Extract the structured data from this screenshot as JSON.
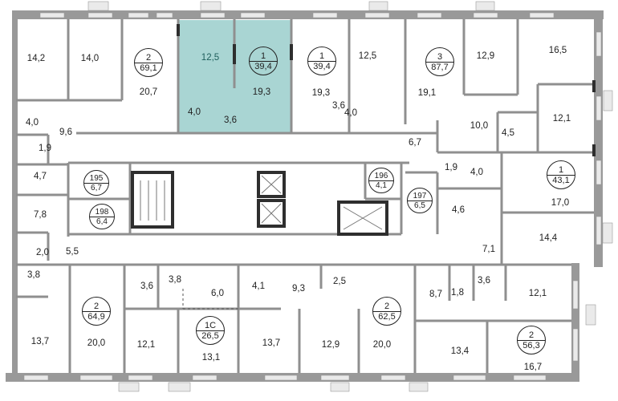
{
  "colors": {
    "wall": "#8f8f8f",
    "wall_dark": "#2e2e2e",
    "highlight": "#a9d5d3",
    "window": "#e9e9e9"
  },
  "apartments": [
    {
      "rooms": "2",
      "area": "69,1"
    },
    {
      "rooms": "1",
      "area": "39,4",
      "highlighted": true
    },
    {
      "rooms": "1",
      "area": "39,4"
    },
    {
      "rooms": "3",
      "area": "87,7"
    },
    {
      "rooms": "1",
      "area": "43,1"
    },
    {
      "rooms": "2",
      "area": "64,9"
    },
    {
      "rooms": "1С",
      "area": "26,5"
    },
    {
      "rooms": "2",
      "area": "62,5"
    },
    {
      "rooms": "2",
      "area": "56,3"
    }
  ],
  "storage": [
    {
      "number": "195",
      "area": "6,7"
    },
    {
      "number": "198",
      "area": "6,4"
    },
    {
      "number": "196",
      "area": "4,1"
    },
    {
      "number": "197",
      "area": "6,5"
    }
  ],
  "rooms": [
    "14,2",
    "14,0",
    "20,7",
    "12,5",
    "19,3",
    "4,0",
    "3,6",
    "19,3",
    "12,5",
    "3,6",
    "4,0",
    "19,1",
    "12,9",
    "16,5",
    "10,0",
    "4,5",
    "12,1",
    "6,7",
    "1,9",
    "4,0",
    "17,0",
    "4,6",
    "14,4",
    "7,1",
    "4,0",
    "9,6",
    "1,9",
    "4,7",
    "7,8",
    "2,0",
    "5,5",
    "3,8",
    "20,0",
    "13,7",
    "3,6",
    "3,8",
    "12,1",
    "6,0",
    "13,1",
    "4,1",
    "9,3",
    "13,7",
    "2,5",
    "12,9",
    "20,0",
    "8,7",
    "1,8",
    "3,6",
    "12,1",
    "13,4",
    "16,7"
  ]
}
